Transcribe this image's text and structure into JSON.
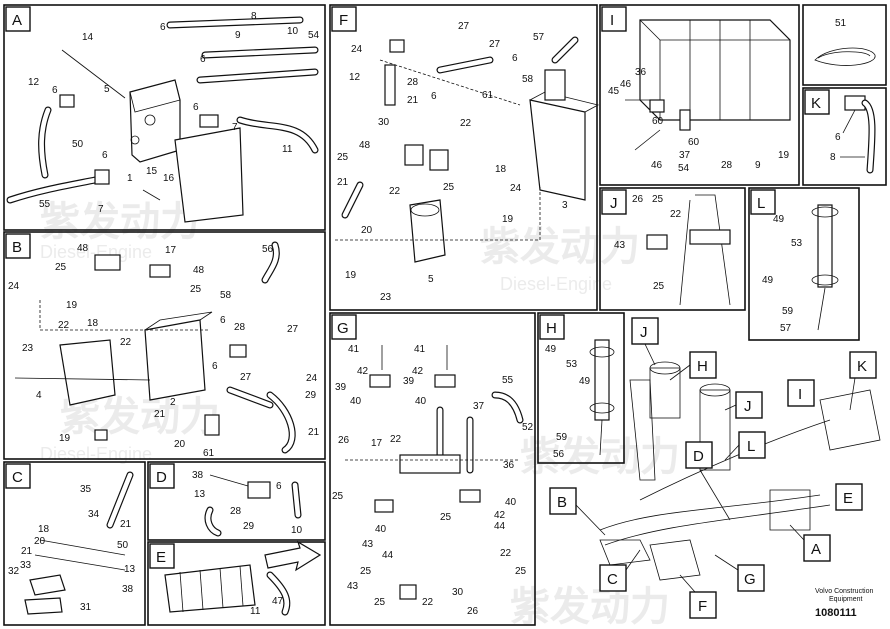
{
  "panels": [
    {
      "letter": "A",
      "labels": [
        "14",
        "6",
        "8",
        "9",
        "10",
        "54",
        "12",
        "6",
        "6",
        "5",
        "6",
        "7",
        "50",
        "6",
        "1",
        "11",
        "55",
        "7",
        "15",
        "16"
      ]
    },
    {
      "letter": "F",
      "labels": [
        "27",
        "24",
        "27",
        "57",
        "12",
        "28",
        "6",
        "58",
        "6",
        "21",
        "61",
        "30",
        "48",
        "22",
        "25",
        "25",
        "18",
        "21",
        "22",
        "24",
        "20",
        "19",
        "19",
        "5",
        "23",
        "3"
      ]
    },
    {
      "letter": "I",
      "labels": [
        "36",
        "45",
        "46",
        "60",
        "60",
        "46",
        "37",
        "54",
        "28",
        "9",
        "19"
      ]
    },
    {
      "letter": "B",
      "labels": [
        "48",
        "17",
        "56",
        "25",
        "48",
        "24",
        "19",
        "25",
        "58",
        "18",
        "22",
        "6",
        "28",
        "27",
        "23",
        "22",
        "4",
        "6",
        "27",
        "24",
        "2",
        "21",
        "29",
        "19",
        "20",
        "61",
        "21"
      ]
    },
    {
      "letter": "G",
      "labels": [
        "41",
        "41",
        "42",
        "42",
        "39",
        "39",
        "40",
        "40",
        "55",
        "37",
        "52",
        "26",
        "17",
        "22",
        "36",
        "25",
        "40",
        "42",
        "44",
        "40",
        "43",
        "44",
        "25",
        "22",
        "25",
        "43",
        "25",
        "25",
        "22",
        "30",
        "26"
      ]
    },
    {
      "letter": "H",
      "labels": [
        "49",
        "53",
        "49",
        "59",
        "56"
      ]
    },
    {
      "letter": "J",
      "labels": [
        "26",
        "25",
        "22",
        "43",
        "25"
      ]
    },
    {
      "letter": "L",
      "labels": [
        "49",
        "53",
        "49",
        "59",
        "57"
      ]
    },
    {
      "letter": "K",
      "labels": [
        "6",
        "8"
      ]
    },
    {
      "letter": "C",
      "labels": [
        "35",
        "34",
        "21",
        "18",
        "20",
        "50",
        "21",
        "13",
        "32",
        "33",
        "38",
        "31"
      ]
    },
    {
      "letter": "D",
      "labels": [
        "38",
        "13",
        "6",
        "28",
        "29",
        "10"
      ]
    },
    {
      "letter": "E",
      "labels": [
        "11",
        "47"
      ]
    }
  ],
  "standalone_labels": [
    "51"
  ],
  "machine_callouts": [
    "J",
    "H",
    "J",
    "D",
    "L",
    "I",
    "K",
    "B",
    "E",
    "A",
    "C",
    "G",
    "F"
  ],
  "footer": {
    "company": "Volvo Construction",
    "company_line2": "Equipment",
    "number": "1080111"
  }
}
